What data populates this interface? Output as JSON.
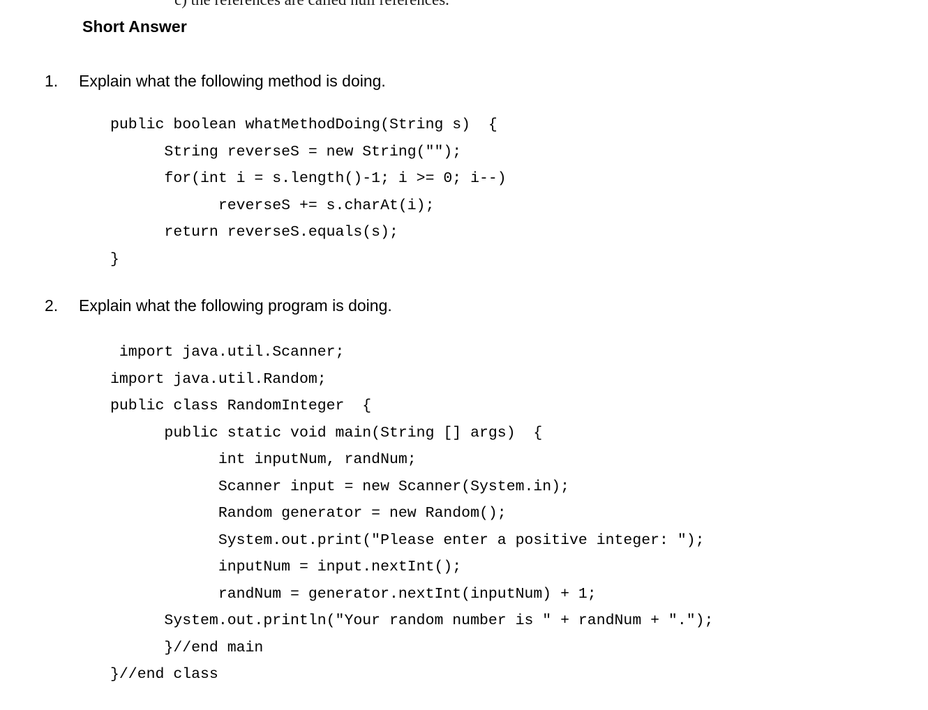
{
  "page": {
    "clipped_top_line": "c) the references are called null references.",
    "section_heading": "Short Answer"
  },
  "questions": [
    {
      "number": "1.",
      "text": "Explain what the following method is doing.",
      "code": [
        "public boolean whatMethodDoing(String s)  {",
        "      String reverseS = new String(\"\");",
        "      for(int i = s.length()-1; i >= 0; i--)",
        "            reverseS += s.charAt(i);",
        "      return reverseS.equals(s);",
        "}"
      ]
    },
    {
      "number": "2.",
      "text": "Explain what the following program is doing.",
      "code": [
        " import java.util.Scanner;",
        "import java.util.Random;",
        "public class RandomInteger  {",
        "      public static void main(String [] args)  {",
        "            int inputNum, randNum;",
        "            Scanner input = new Scanner(System.in);",
        "            Random generator = new Random();",
        "            System.out.print(\"Please enter a positive integer: \");",
        "            inputNum = input.nextInt();",
        "            randNum = generator.nextInt(inputNum) + 1;",
        "      System.out.println(\"Your random number is \" + randNum + \".\");",
        "      }//end main",
        "}//end class"
      ]
    }
  ]
}
